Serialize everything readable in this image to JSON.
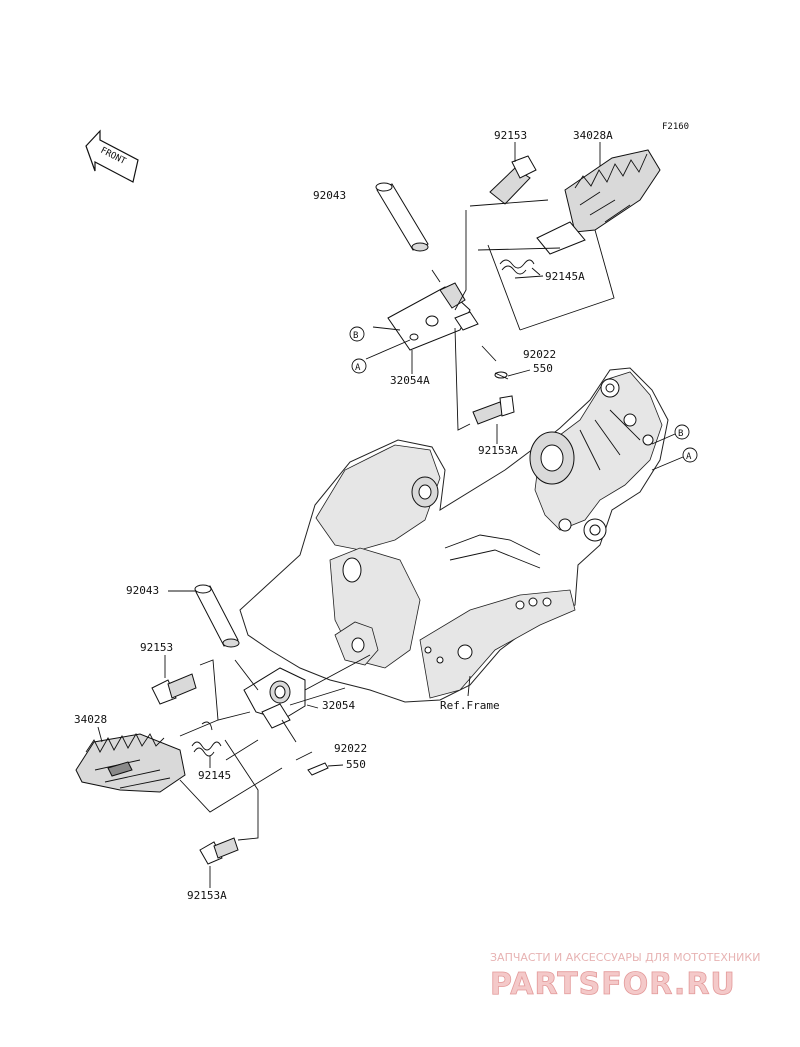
{
  "diagram_code": "F2160",
  "front_arrow": "FRONT",
  "callouts": {
    "a": "A",
    "b": "B"
  },
  "labels": {
    "p92153_top": "92153",
    "p34028A": "34028A",
    "p92043_top": "92043",
    "p92145A": "92145A",
    "p92022_top": "92022",
    "p550_top": "550",
    "p32054A": "32054A",
    "p92153A_top": "92153A",
    "p92043_bot": "92043",
    "p92153_bot": "92153",
    "p32054": "32054",
    "p34028": "34028",
    "p92022_bot": "92022",
    "p550_bot": "550",
    "p92145": "92145",
    "p92153A_bot": "92153A",
    "ref_frame": "Ref.Frame"
  },
  "watermark": {
    "tagline": "ЗАПЧАСТИ И АКСЕССУАРЫ ДЛЯ МОТОТЕХНИКИ",
    "brand": "PARTSFOR.RU"
  }
}
